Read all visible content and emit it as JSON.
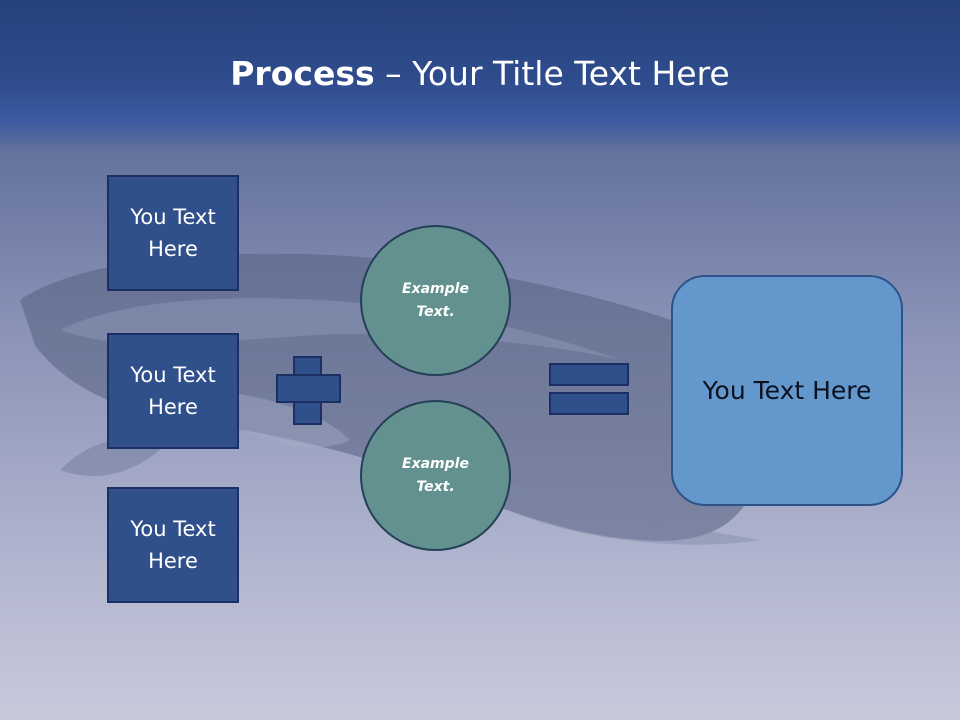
{
  "slide": {
    "title_bold": "Process",
    "title_rest": " – Your Title Text Here"
  },
  "left_boxes": [
    {
      "label": "You Text Here"
    },
    {
      "label": "You Text Here"
    },
    {
      "label": "You Text Here"
    }
  ],
  "circles": [
    {
      "label": "Example Text."
    },
    {
      "label": "Example Text."
    }
  ],
  "result": {
    "label": "You Text Here"
  },
  "icons": [
    "plus-icon",
    "equals-icon"
  ],
  "colors": {
    "title_band": "#2f4c8d",
    "box_fill": "#30508c",
    "box_border": "#1b2f63",
    "circle_fill": "#629190",
    "result_fill": "#6497cc"
  }
}
